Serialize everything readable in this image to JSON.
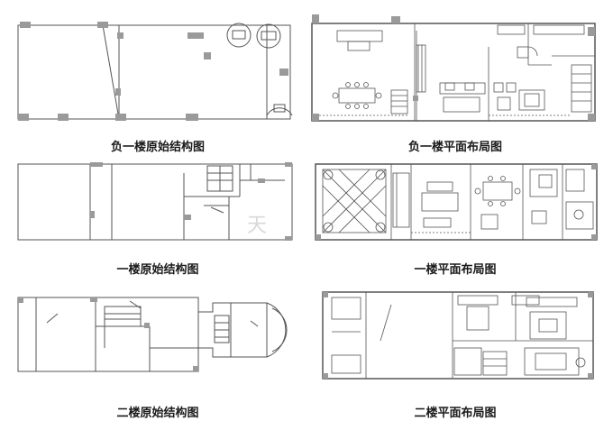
{
  "captions": {
    "basement_original": "负一楼原始结构图",
    "basement_layout": "负一楼平面布局图",
    "floor1_original": "一楼原始结构图",
    "floor1_layout": "一楼平面布局图",
    "floor2_original": "二楼原始结构图",
    "floor2_layout": "二楼平面布局图"
  },
  "watermark": "天",
  "colors": {
    "line": "#555555",
    "fill": "#9a9a9a",
    "text": "#1a1a1a"
  }
}
